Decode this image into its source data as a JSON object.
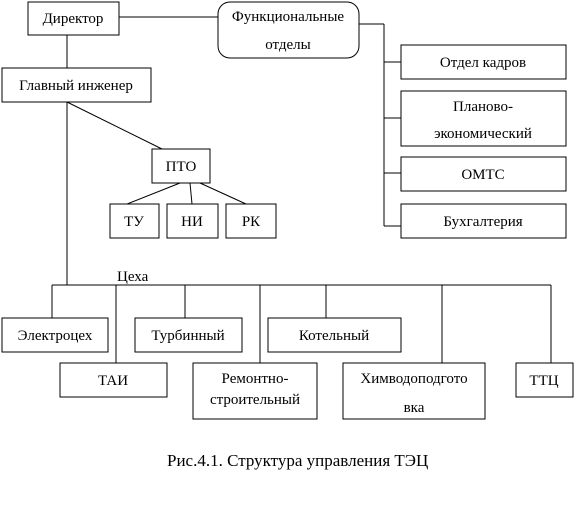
{
  "nodes": {
    "director": "Директор",
    "functional_depts": [
      "Функциональные",
      "отделы"
    ],
    "chief_engineer": "Главный инженер",
    "pto": "ПТО",
    "tu": "ТУ",
    "ni": "НИ",
    "rk": "РК",
    "hr_dept": "Отдел кадров",
    "planning_econ": [
      "Планово-",
      "экономический"
    ],
    "omts": "ОМТС",
    "accounting": "Бухгалтерия",
    "workshops_label": "Цеха",
    "electro": "Электроцех",
    "tai": "ТАИ",
    "turbine": "Турбинный",
    "repair_construction": [
      "Ремонтно-",
      "строительный"
    ],
    "boiler": "Котельный",
    "water_treatment": [
      "Химводоподгото",
      "вка"
    ],
    "ttc": "ТТЦ"
  },
  "caption": "Рис.4.1. Структура управления ТЭЦ"
}
